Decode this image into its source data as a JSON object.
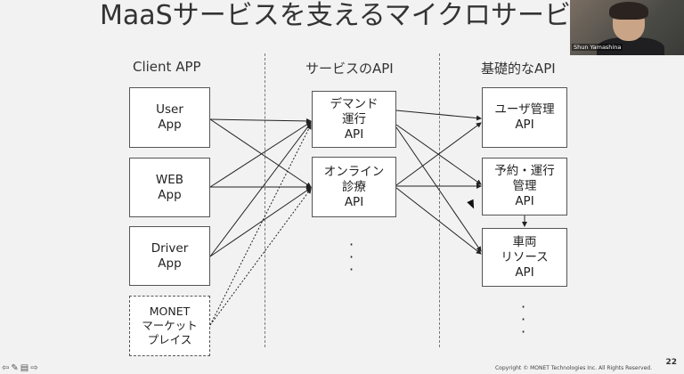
{
  "title": "MaaSサービスを支えるマイクロサービス",
  "columns": {
    "client": "Client APP",
    "service": "サービスのAPI",
    "base": "基礎的なAPI"
  },
  "client_boxes": [
    {
      "label": "User\nApp"
    },
    {
      "label": "WEB\nApp"
    },
    {
      "label": "Driver\nApp"
    },
    {
      "label": "MONET\nマーケット\nプレイス"
    }
  ],
  "service_boxes": [
    {
      "label": "デマンド\n運行\nAPI"
    },
    {
      "label": "オンライン\n診療\nAPI"
    }
  ],
  "base_boxes": [
    {
      "label": "ユーザ管理\nAPI"
    },
    {
      "label": "予約・運行\n管理\nAPI"
    },
    {
      "label": "車両\nリソース\nAPI"
    }
  ],
  "ellipsis": "·\n·\n·",
  "presenter": {
    "name": "Shun Yamashina"
  },
  "footer": {
    "copyright": "Copyright © MONET Technologies Inc. All Rights Reserved.",
    "page": "22"
  },
  "nav_icons": [
    "arrow-left-icon",
    "pen-icon",
    "menu-icon",
    "arrow-right-icon"
  ]
}
